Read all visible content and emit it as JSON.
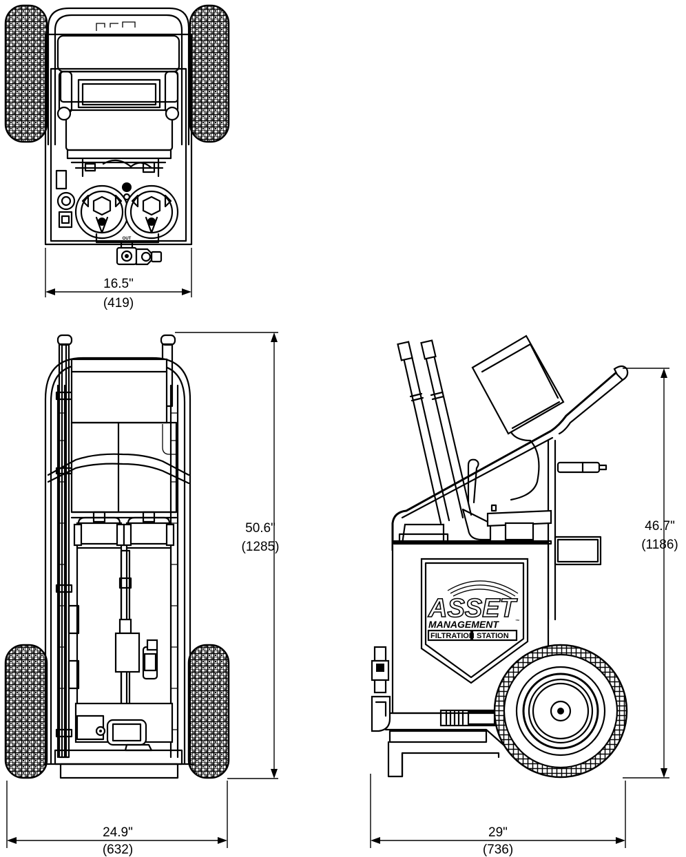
{
  "top_view": {
    "outlet_label": "OUT",
    "width_in": "16.5\"",
    "width_mm": "(419)"
  },
  "front_view": {
    "height_in": "50.6\"",
    "height_mm": "(1285)",
    "width_in": "24.9\"",
    "width_mm": "(632)"
  },
  "side_view": {
    "height_in": "46.7\"",
    "height_mm": "(1186)",
    "length_in": "29\"",
    "length_mm": "(736)",
    "logo": {
      "line1": "ASSET",
      "line2": "MANAGEMENT",
      "tm": "™",
      "box1": "FILTRATION",
      "box2": "STATION"
    }
  }
}
